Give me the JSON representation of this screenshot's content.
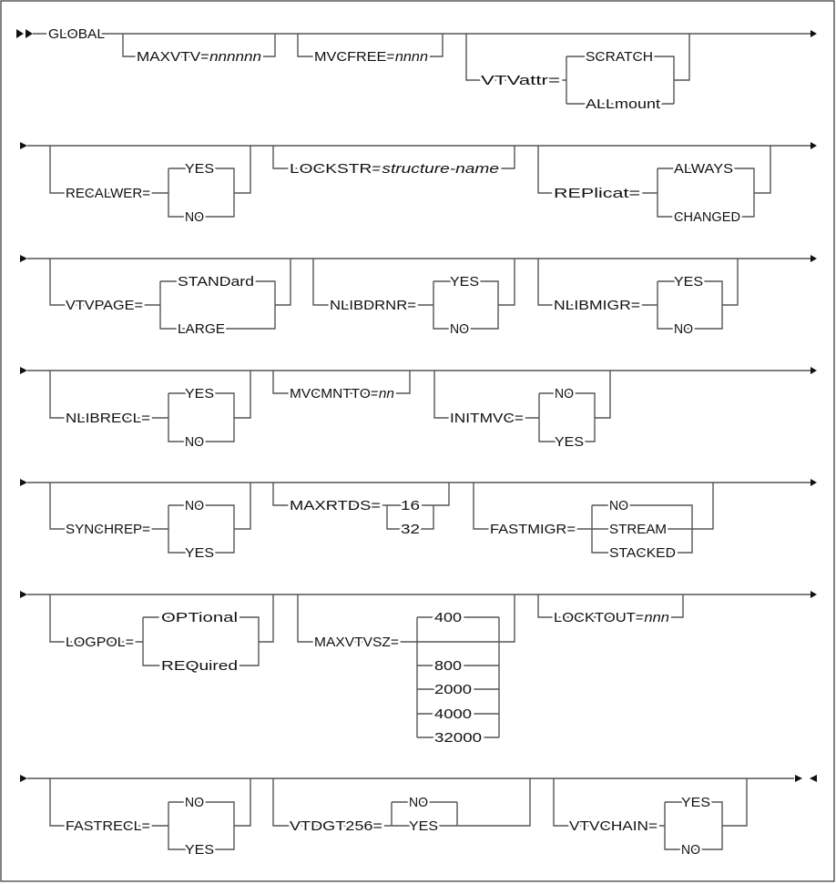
{
  "title": "GLOBAL",
  "rows": [
    {
      "groups": [
        {
          "keyword": "MAXVTV=",
          "value": "nnnnnn"
        },
        {
          "keyword": "MVCFREE=",
          "value": "nnnn"
        },
        {
          "keyword": "VTVattr=",
          "options": [
            "SCRATCH",
            "ALLmount"
          ]
        }
      ]
    },
    {
      "groups": [
        {
          "keyword": "RECALWER=",
          "options": [
            "YES",
            "NO"
          ]
        },
        {
          "keyword": "LOCKSTR=",
          "value": "structure-name"
        },
        {
          "keyword": "REPlicat=",
          "options": [
            "ALWAYS",
            "CHANGED"
          ]
        }
      ]
    },
    {
      "groups": [
        {
          "keyword": "VTVPAGE=",
          "options": [
            "STANDard",
            "LARGE"
          ]
        },
        {
          "keyword": "NLIBDRNR=",
          "options": [
            "YES",
            "NO"
          ]
        },
        {
          "keyword": "NLIBMIGR=",
          "options": [
            "YES",
            "NO"
          ]
        }
      ]
    },
    {
      "groups": [
        {
          "keyword": "NLIBRECL=",
          "options": [
            "YES",
            "NO"
          ]
        },
        {
          "keyword": "MVCMNTTO=",
          "value": "nn"
        },
        {
          "keyword": "INITMVC=",
          "options": [
            "NO",
            "YES"
          ]
        }
      ]
    },
    {
      "groups": [
        {
          "keyword": "SYNCHREP=",
          "options": [
            "NO",
            "YES"
          ]
        },
        {
          "keyword": "MAXRTDS=",
          "options": [
            "16",
            "32"
          ]
        },
        {
          "keyword": "FASTMIGR=",
          "options": [
            "NO",
            "STREAM",
            "STACKED"
          ]
        }
      ]
    },
    {
      "groups": [
        {
          "keyword": "LOGPOL=",
          "options": [
            "OPTional",
            "REQuired"
          ]
        },
        {
          "keyword": "MAXVTVSZ=",
          "options": [
            "400",
            "800",
            "2000",
            "4000",
            "32000"
          ]
        },
        {
          "keyword": "LOCKTOUT=",
          "value": "nnn"
        }
      ]
    },
    {
      "groups": [
        {
          "keyword": "FASTRECL=",
          "options": [
            "NO",
            "YES"
          ]
        },
        {
          "keyword": "VTDGT256=",
          "options": [
            "NO",
            "YES"
          ]
        },
        {
          "keyword": "VTVCHAIN=",
          "options": [
            "YES",
            "NO"
          ]
        }
      ]
    }
  ]
}
